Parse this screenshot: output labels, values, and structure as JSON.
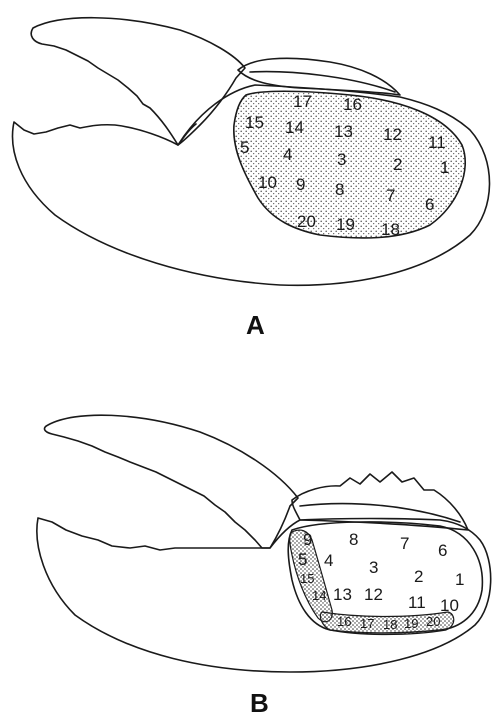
{
  "panels": [
    {
      "label": "A",
      "regions": [
        "1",
        "2",
        "3",
        "4",
        "5",
        "6",
        "7",
        "8",
        "9",
        "10",
        "11",
        "12",
        "13",
        "14",
        "15",
        "16",
        "17",
        "18",
        "19",
        "20"
      ]
    },
    {
      "label": "B",
      "regions": [
        "1",
        "2",
        "3",
        "4",
        "5",
        "6",
        "7",
        "8",
        "9",
        "10",
        "11",
        "12",
        "13",
        "14",
        "15",
        "16",
        "17",
        "18",
        "19",
        "20"
      ],
      "regions_drawn_small": [
        "14",
        "15",
        "16",
        "17",
        "18",
        "19",
        "20"
      ]
    }
  ],
  "colors": {
    "stroke": "#1a1a1a",
    "stipple": "#555555",
    "background": "#ffffff"
  }
}
